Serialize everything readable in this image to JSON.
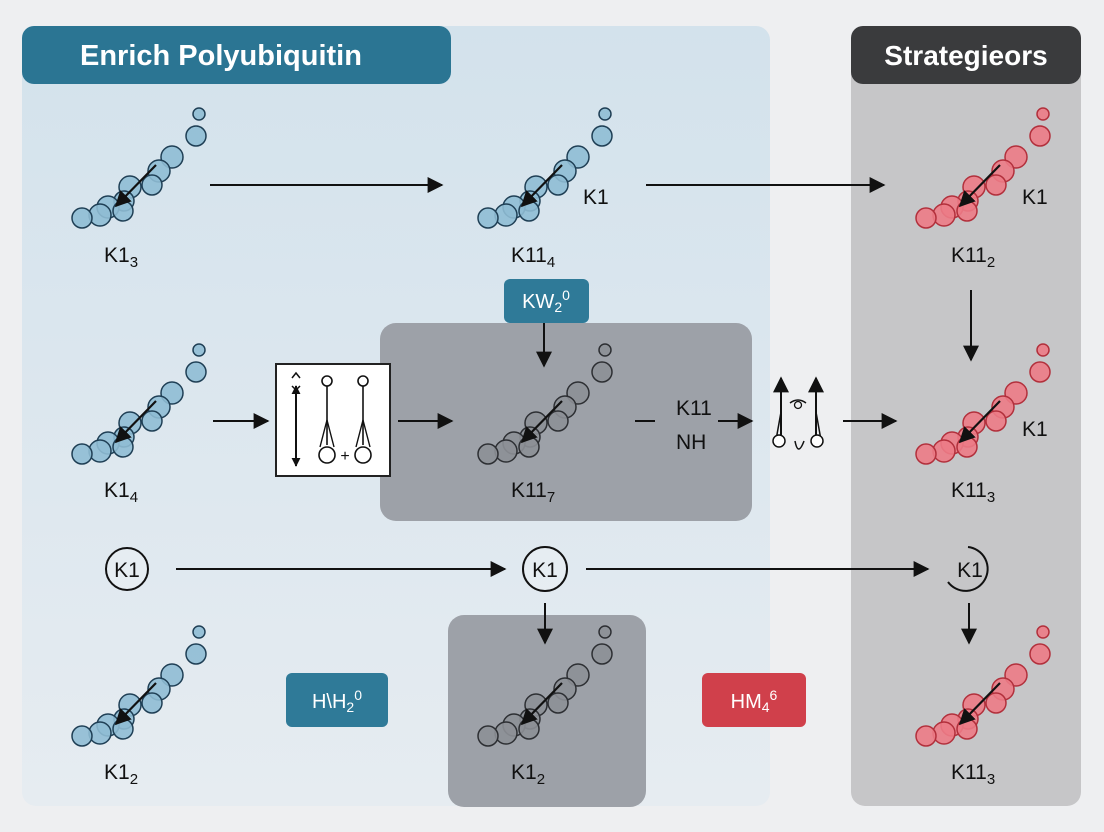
{
  "panels": {
    "left_title": "Enrich Polyubiquitin",
    "right_title": "Strategieors"
  },
  "labels": {
    "r1c1": {
      "main": "K1",
      "sub": "3"
    },
    "r1c2": {
      "main": "K11",
      "sub": "4"
    },
    "r1c2_side": "K1",
    "r1c3": {
      "main": "K11",
      "sub": "2"
    },
    "r1c3_side": "K1",
    "r2c1": {
      "main": "K1",
      "sub": "4"
    },
    "r2c2": {
      "main": "K11",
      "sub": "7"
    },
    "r2c3": {
      "main": "K11",
      "sub": "3"
    },
    "r2c3_side": "K1",
    "mid_top": "K11",
    "mid_bottom": "NH",
    "r4c1": {
      "main": "K1",
      "sub": "2"
    },
    "r4c2": {
      "main": "K1",
      "sub": "2"
    },
    "r4c3": {
      "main": "K11",
      "sub": "3"
    },
    "circle1": "K1",
    "circle2": "K1",
    "circle3": "K1",
    "plus": "+"
  },
  "badges": {
    "kw": {
      "main": "KW",
      "sub": "2",
      "sup": "0",
      "color": "#2f7a98"
    },
    "hh": {
      "main": "H\\H",
      "sub": "2",
      "sup": "0",
      "color": "#2f7a98"
    },
    "hm": {
      "main": "HM",
      "sub": "4",
      "sup": "6",
      "color": "#d0404b"
    }
  },
  "colors": {
    "blue_bead": "#8fbcd4",
    "gray_bead": "#8d9096",
    "red_bead": "#ec7b86",
    "left_panel": "#dce6ee",
    "right_panel": "#c4c4c6",
    "gray_box": "#9ea2a8"
  }
}
